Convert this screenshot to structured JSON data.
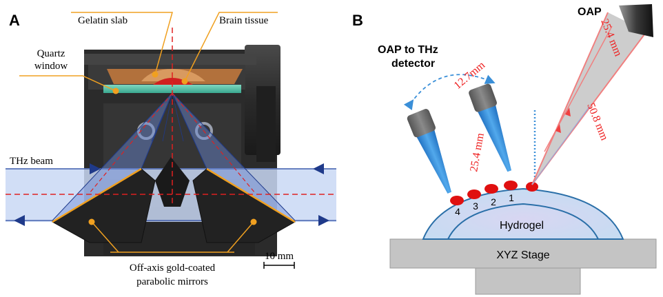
{
  "panel_a": {
    "letter": "A",
    "labels": {
      "gelatin": "Gelatin slab",
      "brain": "Brain tissue",
      "quartz_line1": "Quartz",
      "quartz_line2": "window",
      "thz": "THz beam",
      "mirrors_line1": "Off-axis gold-coated",
      "mirrors_line2": "parabolic mirrors",
      "scale": "10 mm"
    },
    "colors": {
      "beam": "#c9d8f5",
      "arrow": "#1f3a8a",
      "axis": "#e02020",
      "callout": "#f0a020"
    }
  },
  "panel_b": {
    "letter": "B",
    "labels": {
      "oap": "OAP",
      "oap_to_thz_line1": "OAP to THz",
      "oap_to_thz_line2": "detector",
      "d_127": "12.7mm",
      "d_254_left": "25.4 mm",
      "d_254_right": "25.4 mm",
      "d_508": "50.8 mm",
      "hydrogel": "Hydrogel",
      "stage": "XYZ Stage",
      "n1": "1",
      "n2": "2",
      "n3": "3",
      "n4": "4"
    },
    "colors": {
      "probe": "#3a8fd8",
      "probe_cap": "#707070",
      "cone": "#c8c8c8",
      "sample": "#e01010",
      "stage": "#c4c4c4",
      "hydrogel": "#dde8f6"
    }
  }
}
